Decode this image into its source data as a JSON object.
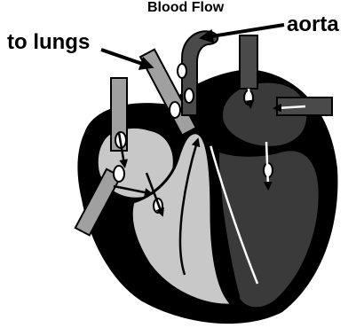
{
  "title": "Blood Flow",
  "labels": {
    "lungs": "to lungs",
    "aorta": "aorta"
  },
  "colors": {
    "outline": "#000000",
    "right_chambers": "#c8c8c8",
    "left_chambers": "#3a3a3a",
    "vessels_light": "#a0a0a0",
    "vessels_dark": "#4a4a4a",
    "background": "#ffffff"
  }
}
